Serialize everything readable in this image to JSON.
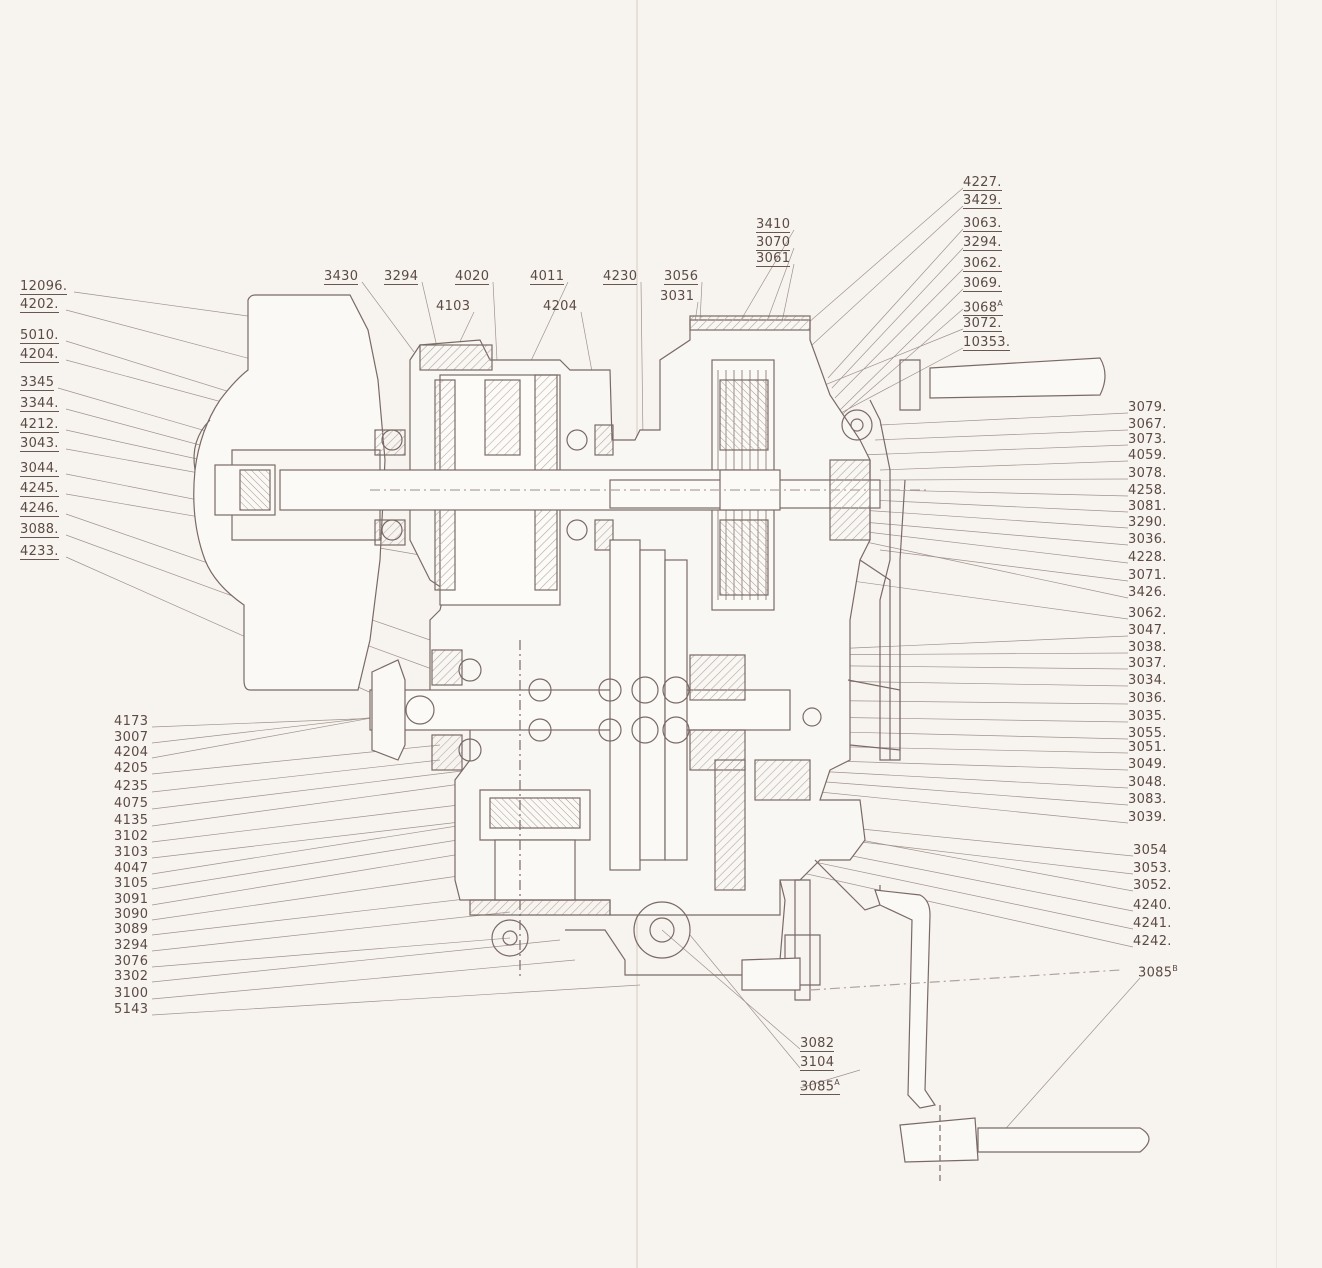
{
  "diagram": {
    "colors": {
      "ink": "#7a6a66",
      "label": "#5c4a44",
      "hatch": "#b5a7a2",
      "paper": "#f7f4ef"
    },
    "left_labels": [
      "12096.",
      "4202.",
      "5010.",
      "4204.",
      "3345",
      "3344.",
      "4212.",
      "3043.",
      "3044.",
      "4245.",
      "4246.",
      "3088.",
      "4233."
    ],
    "top_labels": [
      "3430",
      "3294",
      "4020",
      "4011",
      "4103",
      "4204",
      "4230",
      "3056",
      "3031",
      "3410",
      "3070",
      "3061"
    ],
    "right_top_labels": [
      "4227.",
      "3429.",
      "3063.",
      "3294.",
      "3062.",
      "3069.",
      "3068",
      "3072.",
      "10353."
    ],
    "right_mid_labels": [
      "3079.",
      "3067.",
      "3073.",
      "4059.",
      "3078.",
      "4258.",
      "3081.",
      "3290.",
      "3036.",
      "4228.",
      "3071.",
      "3426.",
      "3062.",
      "3047.",
      "3038.",
      "3037.",
      "3034.",
      "3036.",
      "3035.",
      "3055.",
      "3051.",
      "3049.",
      "3048.",
      "3083.",
      "3039."
    ],
    "right_low_labels": [
      "3054",
      "3053.",
      "3052.",
      "4240.",
      "4241.",
      "4242."
    ],
    "bottom_left_labels": [
      "4173",
      "3007",
      "4204",
      "4205",
      "4235",
      "4075",
      "4135",
      "3102",
      "3103",
      "4047",
      "3105",
      "3091",
      "3090",
      "3089",
      "3294",
      "3076",
      "3302",
      "3100",
      "5143"
    ],
    "bottom_mid_labels": [
      "3082",
      "3104",
      "3085"
    ],
    "lever_label": "3085",
    "superscripts": {
      "sup_a": "A",
      "sup_b": "B"
    }
  }
}
